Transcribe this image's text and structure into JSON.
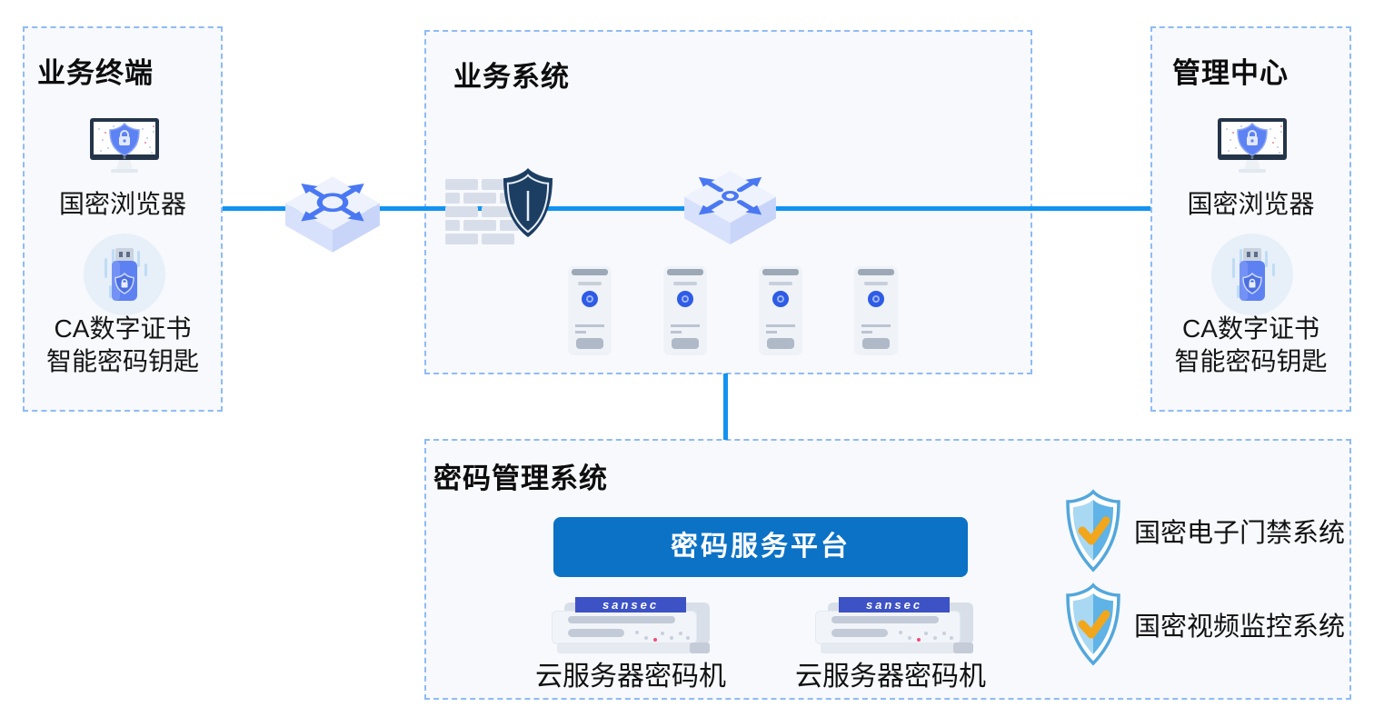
{
  "terminal": {
    "title": "业务终端",
    "browser_label": "国密浏览器",
    "ca_line1": "CA数字证书",
    "ca_line2": "智能密码钥匙"
  },
  "business": {
    "title": "业务系统"
  },
  "management": {
    "title": "管理中心",
    "browser_label": "国密浏览器",
    "ca_line1": "CA数字证书",
    "ca_line2": "智能密码钥匙"
  },
  "crypto": {
    "title": "密码管理系统",
    "platform_label": "密码服务平台",
    "servers": [
      {
        "brand": "sansec",
        "label": "云服务器密码机"
      },
      {
        "brand": "sansec",
        "label": "云服务器密码机"
      }
    ],
    "systems": [
      {
        "label": "国密电子门禁系统"
      },
      {
        "label": "国密视频监控系统"
      }
    ]
  },
  "colors": {
    "connection_line": "#1193F0",
    "platform_banner": "#0B72C6",
    "sansec_plate": "#3D52C5",
    "box_border": "#8FBBF5",
    "box_background": "#F7F9FD",
    "firewall_shield": "#1C3E63",
    "shield_check": "#F2A61B"
  }
}
